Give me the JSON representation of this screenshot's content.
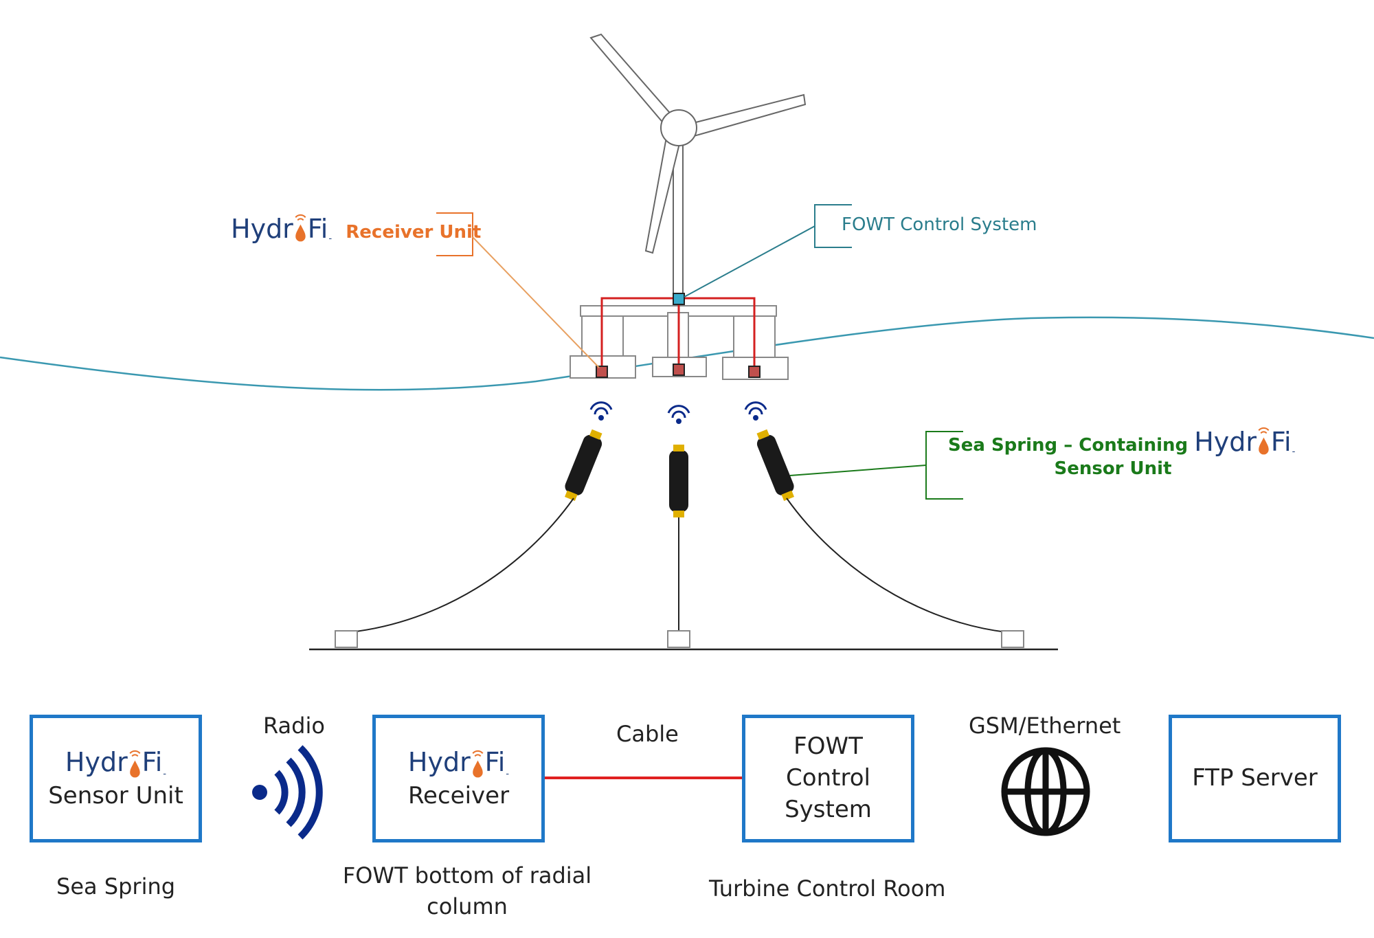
{
  "top": {
    "receiver_label": "Receiver Unit",
    "control_label": "FOWT Control System",
    "sea_spring_line1": "Sea Spring – Containing",
    "sea_spring_line2": "Sensor Unit"
  },
  "logo": {
    "pre": "Hydr",
    "post": "Fi",
    "mark": "-"
  },
  "bottom": {
    "radio_label": "Radio",
    "cable_label": "Cable",
    "gsm_label": "GSM/Ethernet",
    "sensor_box": {
      "line": "Sensor Unit"
    },
    "receiver_box": {
      "line": "Receiver"
    },
    "control_box": {
      "line1": "FOWT",
      "line2": "Control",
      "line3": "System"
    },
    "ftp_box": {
      "line": "FTP Server"
    },
    "caption_sea_spring": "Sea Spring",
    "caption_fowt_line1": "FOWT bottom of radial",
    "caption_fowt_line2": "column",
    "caption_turbine": "Turbine Control Room"
  },
  "colors": {
    "orange": "#e8722a",
    "teal": "#2a7d8c",
    "green": "#1a7a1a",
    "blue_box": "#1f78c8",
    "red_cable": "#e02020",
    "navy_icon": "#0a2a8a"
  }
}
